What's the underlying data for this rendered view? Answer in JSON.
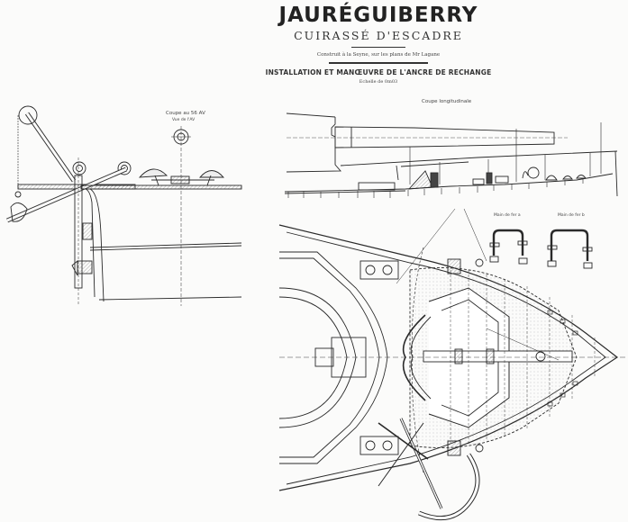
{
  "title": {
    "ship_name": "JAURÉGUIBERRY",
    "ship_type": "CUIRASSÉ D'ESCADRE",
    "builder_note": "Construit à la Seyne, sur les plans de Mr Lagane",
    "drawing_title": "INSTALLATION ET MANŒUVRE DE L'ANCRE DE RECHANGE",
    "scale": "Echelle de 0m03"
  },
  "views": {
    "cross_section": {
      "label": "Coupe au 56 AV",
      "sublabel": "Vue de l'AV"
    },
    "longitudinal_section": {
      "label": "Coupe longitudinale"
    },
    "detail_a": {
      "label": "Main de fer a"
    },
    "detail_b": {
      "label": "Main de fer b"
    },
    "plan_view": {
      "label": ""
    }
  },
  "colors": {
    "ink": "#2a2a2a",
    "paper": "#fbfbfa",
    "hatch": "#888888"
  }
}
